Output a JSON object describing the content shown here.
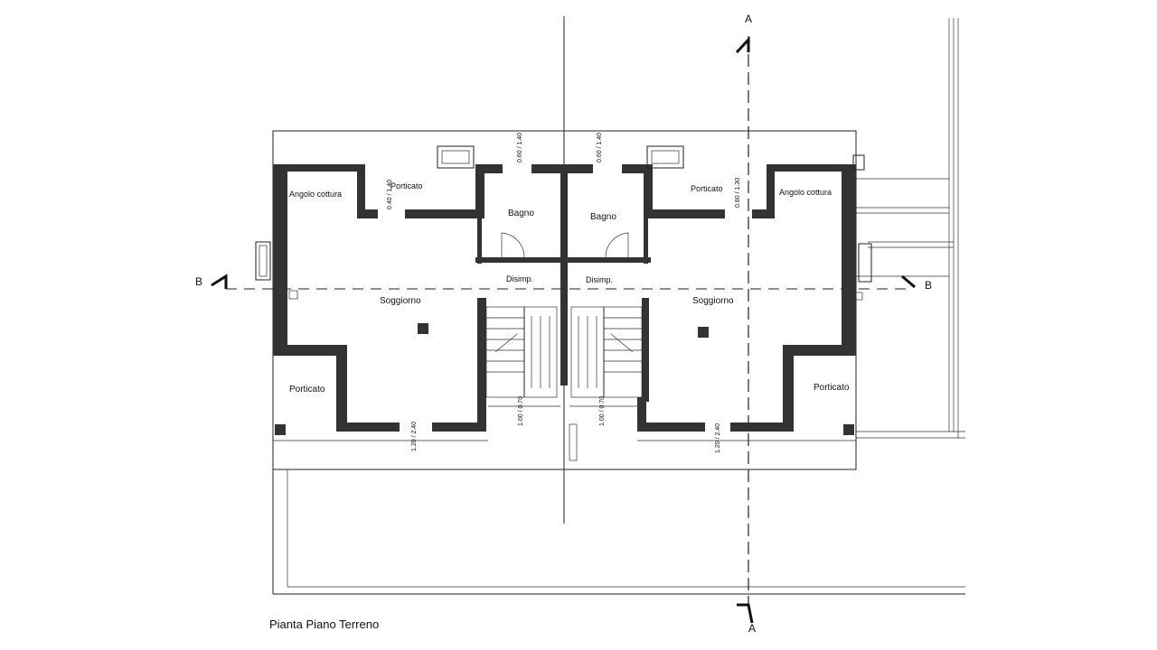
{
  "drawing": {
    "title": "Pianta Piano Terreno",
    "section_a": "A",
    "section_b": "B"
  },
  "rooms": {
    "angolo_cottura": "Angolo cottura",
    "porticato": "Porticato",
    "bagno": "Bagno",
    "disimp": "Disimp.",
    "soggiorno": "Soggiorno"
  },
  "dimensions": {
    "w_porticato_left": "0.40 / 1.40",
    "w_bagno": "0.60 / 1.40",
    "w_soggiorno": "1.20 / 2.40",
    "w_stair": "1.00 / 0.70",
    "w_porticato_right": "0.80 / 1.30"
  }
}
